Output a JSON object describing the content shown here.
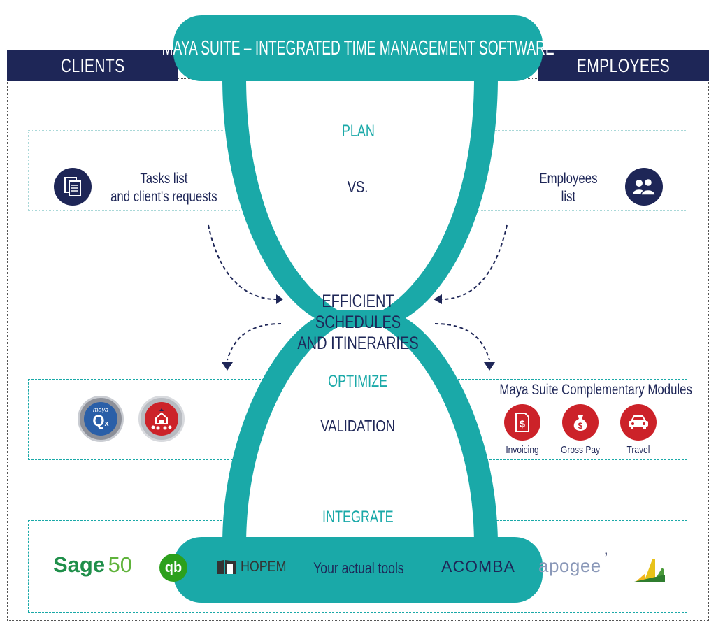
{
  "header": {
    "title": "MAYA SUITE – INTEGRATED TIME MANAGEMENT SOFTWARE",
    "left_label": "CLIENTS",
    "right_label": "EMPLOYEES"
  },
  "plan": {
    "label": "PLAN",
    "left_text_line1": "Tasks list",
    "left_text_line2": "and client's requests",
    "center_text": "VS.",
    "right_text_line1": "Employees",
    "right_text_line2": "list",
    "left_icon": "document-icon",
    "right_icon": "users-icon"
  },
  "center": {
    "line1": "EFFICIENT SCHEDULES",
    "line2": "AND ITINERARIES"
  },
  "optimize": {
    "label": "OPTIMIZE",
    "center_text": "VALIDATION",
    "logo_text": "maya",
    "logo_q": "Q",
    "logo_x": "x",
    "modules_title": "Maya Suite Complementary Modules",
    "modules": [
      {
        "label": "Invoicing",
        "icon": "invoice-icon"
      },
      {
        "label": "Gross Pay",
        "icon": "money-bag-icon"
      },
      {
        "label": "Travel",
        "icon": "car-icon"
      }
    ]
  },
  "integrate": {
    "label": "INTEGRATE",
    "sage_word": "Sage",
    "sage_num": "50",
    "qb_text": "qb",
    "hopem": "HOPEM",
    "center_text": "Your actual tools",
    "acomba": "ACOMBA",
    "apogee": "apogee"
  },
  "colors": {
    "navy": "#1e2657",
    "teal": "#1aa9a8",
    "red": "#cc2229",
    "sage_green": "#1f8f4a"
  }
}
